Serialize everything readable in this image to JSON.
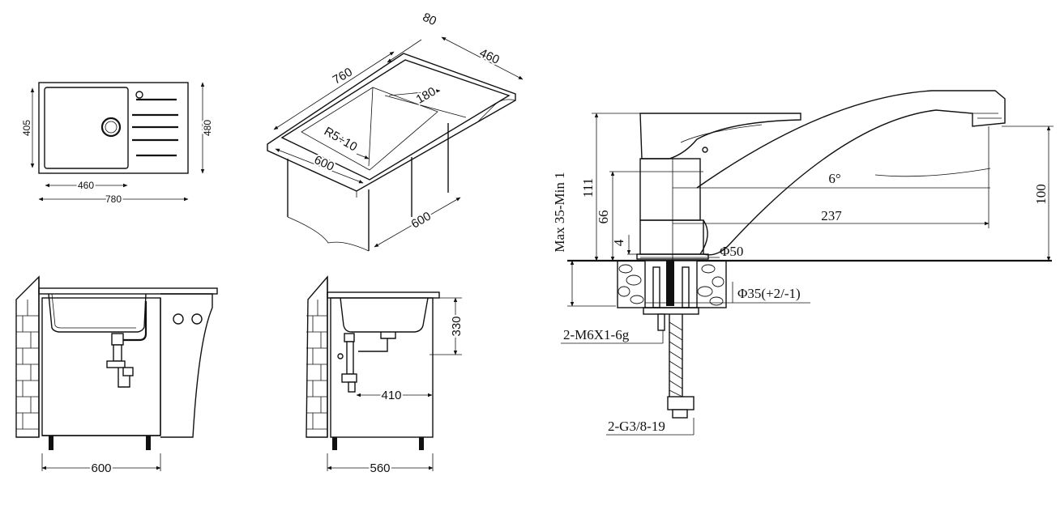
{
  "sink_top_view": {
    "dim_width_inner": "460",
    "dim_width_total": "780",
    "dim_depth_inner": "405",
    "dim_depth_total": "480"
  },
  "sink_iso_view": {
    "dim_80": "80",
    "dim_460": "460",
    "dim_760": "760",
    "dim_180": "180",
    "dim_radius": "R5÷10",
    "dim_600_top": "600",
    "dim_600_side": "600"
  },
  "cabinet_front_view": {
    "dim_width": "600"
  },
  "cabinet_side_view": {
    "dim_height": "330",
    "dim_410": "410",
    "dim_560": "560"
  },
  "faucet_view": {
    "dim_max_min": "Max 35-Min 1",
    "dim_111": "111",
    "dim_66": "66",
    "dim_4": "4",
    "dim_angle": "6°",
    "dim_237": "237",
    "dim_100": "100",
    "dim_phi50": "Φ50",
    "dim_phi35": "Φ35(+2/-1)",
    "label_stud": "2-M6X1-6g",
    "label_hose": "2-G3/8-19"
  }
}
